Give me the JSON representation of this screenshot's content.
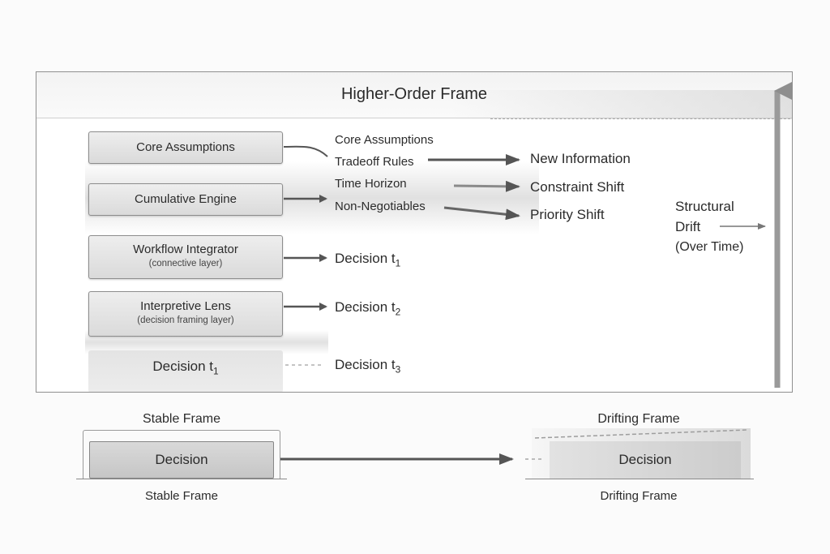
{
  "higher_order_frame": {
    "title": "Higher-Order Frame"
  },
  "layers": [
    {
      "label": "Core Assumptions",
      "sublabel": ""
    },
    {
      "label": "Cumulative Engine",
      "sublabel": ""
    },
    {
      "label": "Workflow Integrator",
      "sublabel": "(connective layer)"
    },
    {
      "label": "Interpretive Lens",
      "sublabel": "(decision framing layer)"
    },
    {
      "label": "Decision t",
      "subscript": "1"
    }
  ],
  "frame_elements": [
    "Core Assumptions",
    "Tradeoff Rules",
    "Time Horizon",
    "Non-Negotiables"
  ],
  "pressures": [
    "New Information",
    "Constraint Shift",
    "Priority Shift"
  ],
  "decisions": [
    {
      "label": "Decision t",
      "subscript": "1"
    },
    {
      "label": "Decision t",
      "subscript": "2"
    },
    {
      "label": "Decision t",
      "subscript": "3"
    }
  ],
  "drift": {
    "line1": "Structural",
    "line2": "Drift",
    "line3": "(Over Time)"
  },
  "bottom": {
    "stable_title": "Stable Frame",
    "stable_caption": "Stable Frame",
    "drifting_title": "Drifting Frame",
    "drifting_caption": "Drifting Frame",
    "decision_label": "Decision",
    "drift_decision_label": "Decision"
  },
  "colors": {
    "arrow": "#5a5a5a",
    "drift_arrow": "#9a9a9a",
    "box_fill": "#e2e2e2",
    "frame_border": "#8f8f8f"
  }
}
